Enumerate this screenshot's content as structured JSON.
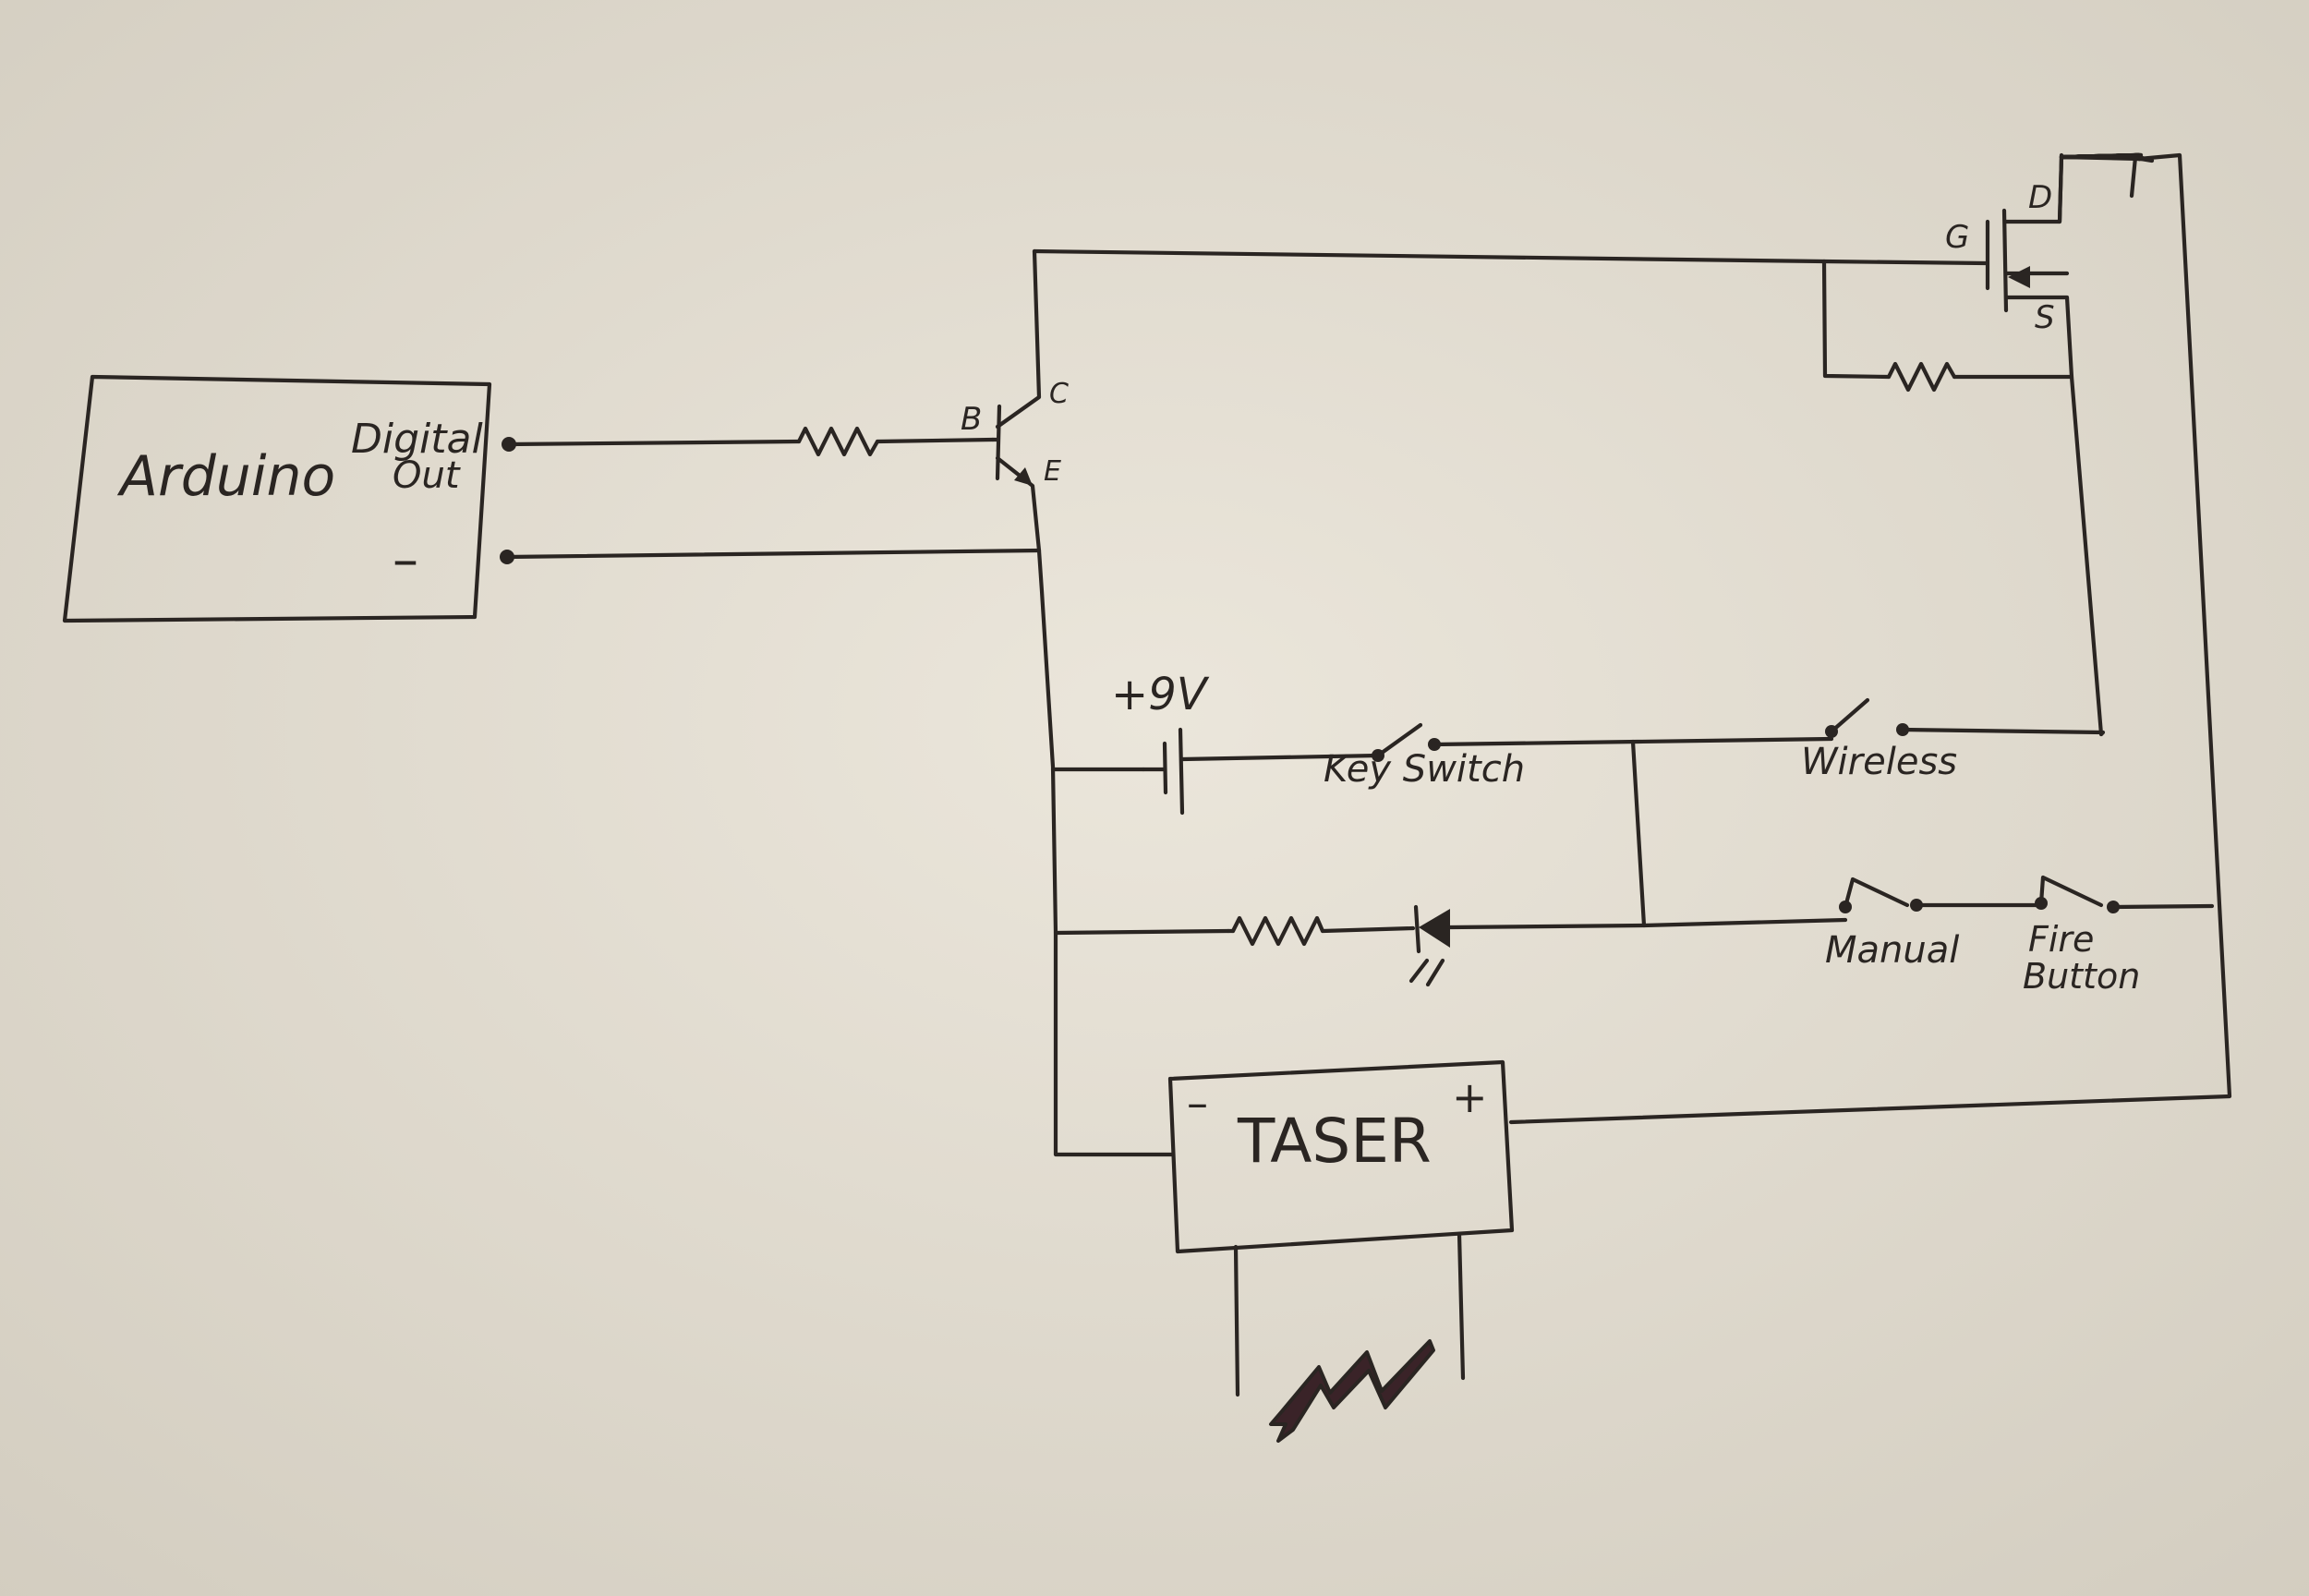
{
  "labels": {
    "arduino": "Arduino",
    "digital": "Digital",
    "out": "Out",
    "minus": "–",
    "base": "B",
    "collector": "C",
    "emitter": "E",
    "gate": "G",
    "drain": "D",
    "source": "S",
    "battery": "+9V",
    "key_switch": "Key Switch",
    "wireless": "Wireless",
    "manual": "Manual",
    "fire": "Fire",
    "button": "Button",
    "taser": "TASER",
    "taser_minus": "–",
    "taser_plus": "+"
  },
  "colors": {
    "paper": "#e4dfd4",
    "ink": "#2a2522"
  }
}
